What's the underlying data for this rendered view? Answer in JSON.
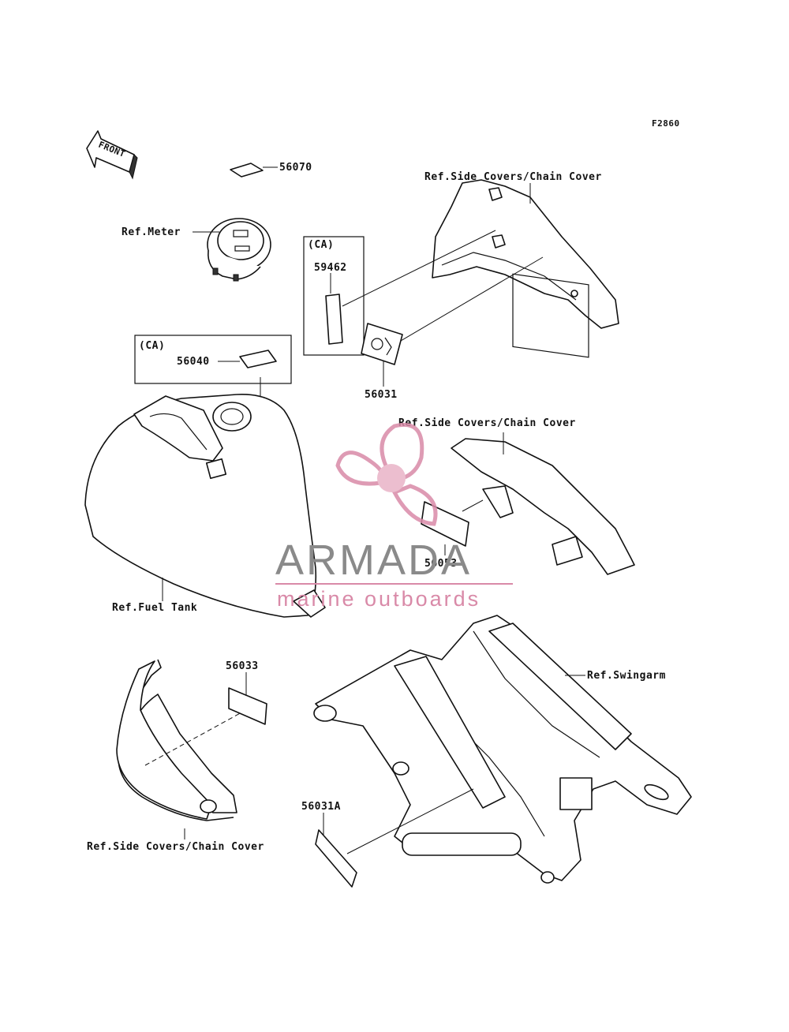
{
  "diagram_code": "F2860",
  "front_arrow": {
    "label": "FRONT"
  },
  "labels": {
    "p56070": "56070",
    "ref_meter": "Ref.Meter",
    "ref_side_covers_top": "Ref.Side Covers/Chain Cover",
    "ca_box_1_tag": "(CA)",
    "p59462": "59462",
    "ca_box_2_tag": "(CA)",
    "p56040": "56040",
    "p56031": "56031",
    "ref_side_covers_mid": "Ref.Side Covers/Chain Cover",
    "p56053": "56053",
    "ref_fuel_tank": "Ref.Fuel Tank",
    "p56033": "56033",
    "ref_swingarm": "Ref.Swingarm",
    "p56031A": "56031A",
    "ref_side_covers_bottom": "Ref.Side Covers/Chain Cover"
  },
  "watermark": {
    "brand": "ARMADA",
    "tagline": "marine outboards",
    "color_brand": "#8a8a8a",
    "color_accent": "#d98aa8"
  }
}
